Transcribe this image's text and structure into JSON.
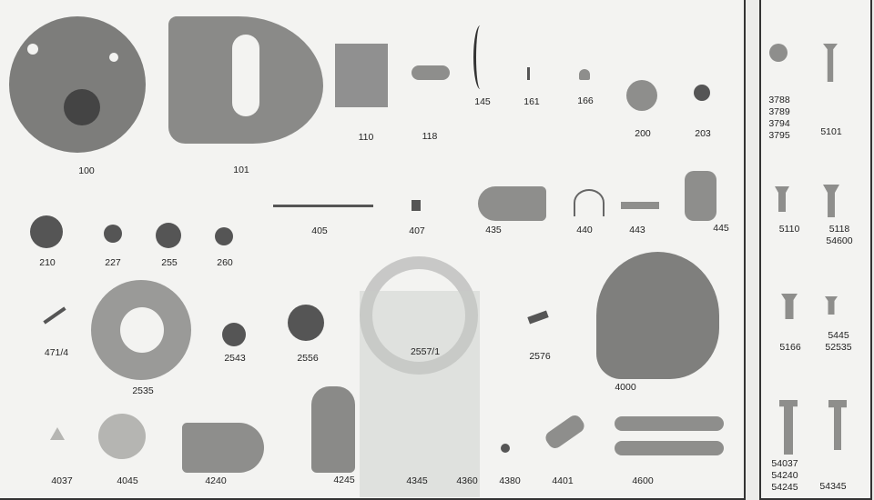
{
  "main_panel": {
    "parts": [
      {
        "label": "100"
      },
      {
        "label": "101"
      },
      {
        "label": "110"
      },
      {
        "label": "118"
      },
      {
        "label": "145"
      },
      {
        "label": "161"
      },
      {
        "label": "166"
      },
      {
        "label": "200"
      },
      {
        "label": "203"
      },
      {
        "label": "210"
      },
      {
        "label": "227"
      },
      {
        "label": "255"
      },
      {
        "label": "260"
      },
      {
        "label": "405"
      },
      {
        "label": "407"
      },
      {
        "label": "435"
      },
      {
        "label": "440"
      },
      {
        "label": "443"
      },
      {
        "label": "445"
      },
      {
        "label": "471/4"
      },
      {
        "label": "2535"
      },
      {
        "label": "2543"
      },
      {
        "label": "2556"
      },
      {
        "label": "2557/1"
      },
      {
        "label": "2576"
      },
      {
        "label": "4000"
      },
      {
        "label": "4037"
      },
      {
        "label": "4045"
      },
      {
        "label": "4240"
      },
      {
        "label": "4245"
      },
      {
        "label": "4345"
      },
      {
        "label": "4360"
      },
      {
        "label": "4380"
      },
      {
        "label": "4401"
      },
      {
        "label": "4600"
      }
    ]
  },
  "screw_panel": {
    "parts": [
      {
        "label": "3788\n3789\n3794\n3795"
      },
      {
        "label": "5101"
      },
      {
        "label": "5110"
      },
      {
        "label": "5118\n54600"
      },
      {
        "label": "5166"
      },
      {
        "label": "5445\n52535"
      },
      {
        "label": "54037\n54240\n54245"
      },
      {
        "label": "54345"
      }
    ]
  }
}
